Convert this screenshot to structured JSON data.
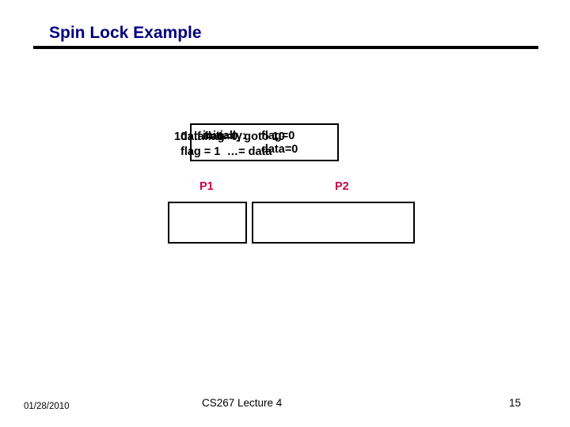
{
  "slide": {
    "title": "Spin Lock Example",
    "diagram": {
      "initially_label": "initially:",
      "initially_values": "flag=0\ndata=0",
      "p1_label": "P1",
      "p2_label": "P2",
      "p1_code": "data = 1\nflag = 1",
      "p2_code_line1": "10: if flag=0, goto 10",
      "p2_code_line2": "…= data"
    },
    "footer": {
      "date": "01/28/2010",
      "center": "CS267 Lecture 4",
      "page": "15"
    },
    "colors": {
      "title": "#000080",
      "process_label": "#CC0044",
      "rule": "#000000"
    }
  }
}
